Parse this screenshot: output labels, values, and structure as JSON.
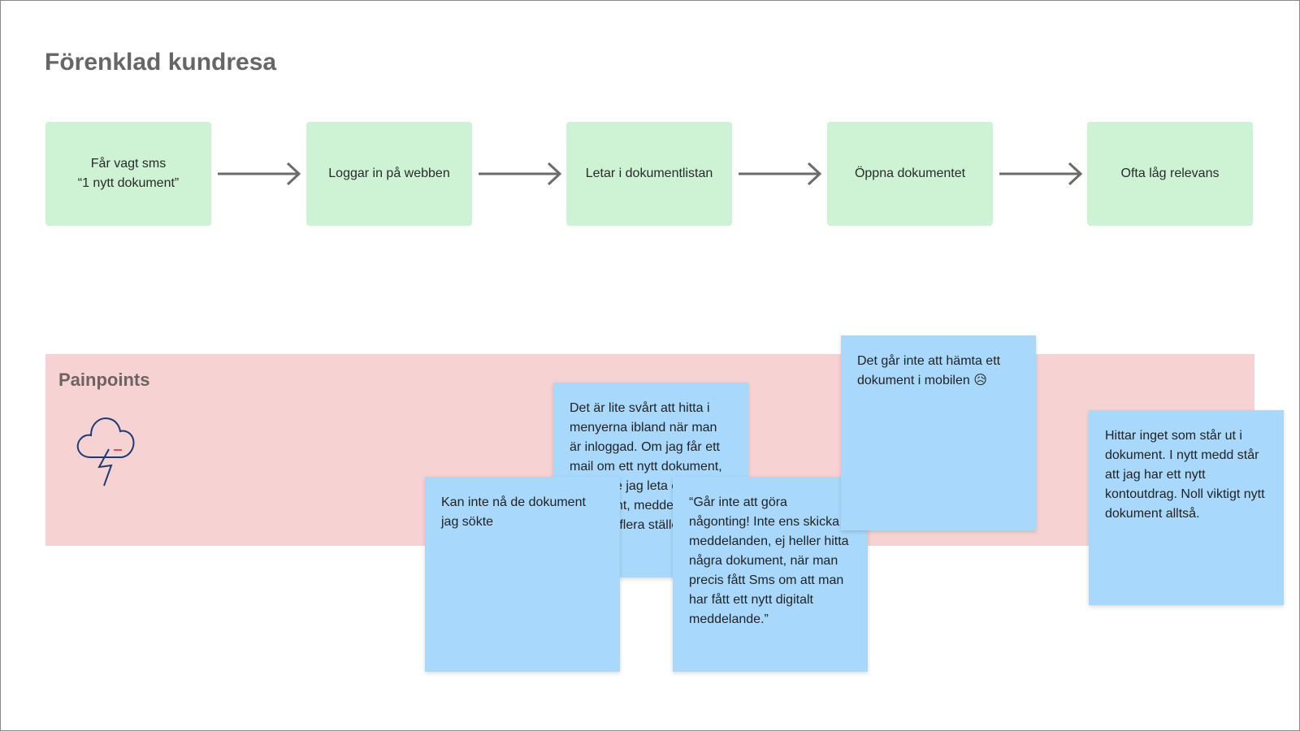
{
  "title": "Förenklad kundresa",
  "journey": [
    {
      "line1": "Får vagt sms",
      "line2": "“1 nytt dokument”"
    },
    {
      "line1": "Loggar in på webben",
      "line2": ""
    },
    {
      "line1": "Letar i dokumentlistan",
      "line2": ""
    },
    {
      "line1": "Öppna dokumentet",
      "line2": ""
    },
    {
      "line1": "Ofta låg relevans",
      "line2": ""
    }
  ],
  "painpoints": {
    "title": "Painpoints",
    "icon": "storm-cloud-icon",
    "notes": [
      {
        "text": "Det är lite svårt att hitta i menyerna ibland när man är inloggad. Om jag får ett mail om ett nytt dokument, så måste jag leta efter dokument, meddelanden, ser eller flera ställena"
      },
      {
        "text": "Kan inte nå de dokument jag sökte"
      },
      {
        "text": "“Går inte att göra någonting! Inte ens skicka meddelanden, ej heller hitta några dokument, när man precis fått Sms om att man har fått ett nytt digitalt meddelande.”"
      },
      {
        "text": "Det går inte att hämta ett dokument i mobilen 😥"
      },
      {
        "text": "Hittar inget som står ut i dokument. I nytt medd står att jag har ett nytt kontoutdrag. Noll viktigt nytt dokument alltså."
      }
    ]
  },
  "colors": {
    "step": "#cdf3d4",
    "band": "#f6d3d2",
    "note": "#a8d9fd",
    "arrow": "#6b6b6b"
  }
}
